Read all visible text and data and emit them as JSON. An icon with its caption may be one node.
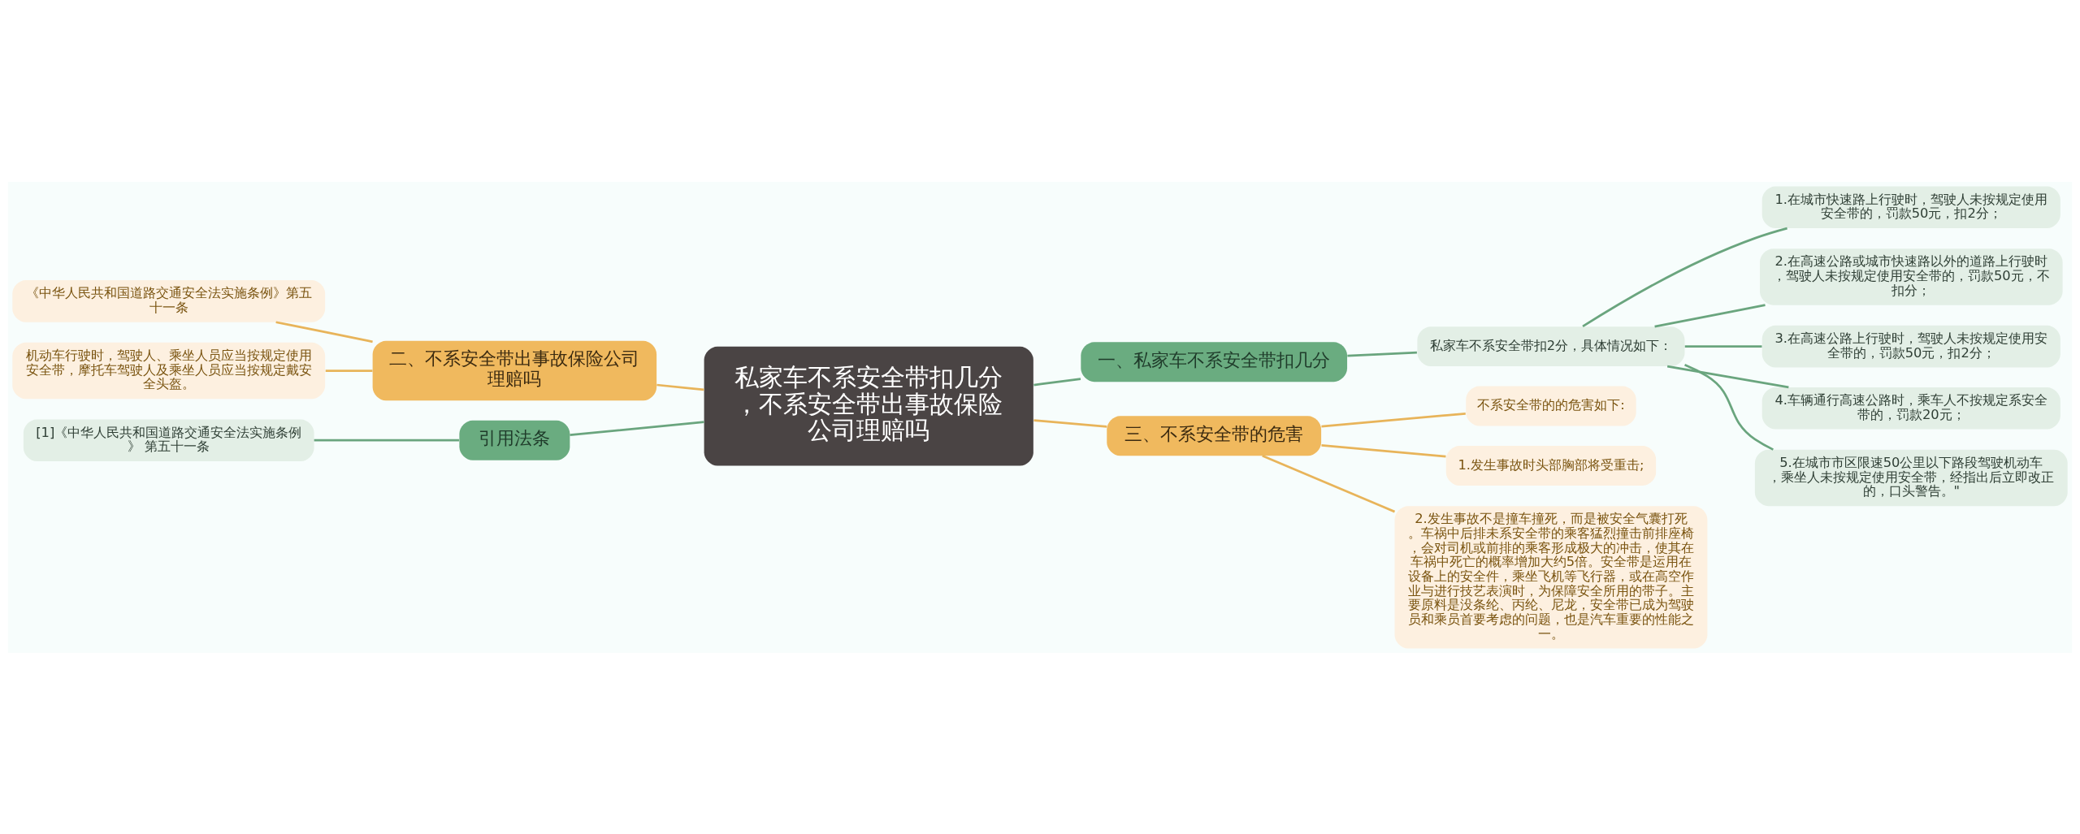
{
  "diagram": {
    "nodes": [
      {
        "text": [
          "私家车不系安全带扣几分，不系安全带出事故保险公司理赔吗"
        ]
      },
      {
        "text": [
          "一、私家车不系安全带扣几分"
        ]
      },
      {
        "text": [
          "私家车不系安全带扣2分，具体情况如下："
        ]
      },
      {
        "text": [
          "1.在城市快速路上行驶时，驾驶人未按规定使用安全带的，罚款50元，扣2分；"
        ]
      },
      {
        "text": [
          "2.在高速公路或城市快速路以外的道路上行驶时，驾驶人未按规定使用安全带的，罚款50元，不扣分；"
        ]
      },
      {
        "text": [
          "3.在高速公路上行驶时，驾驶人未按规定使用安全带的，罚款50元，扣2分；"
        ]
      },
      {
        "text": [
          "4.车辆通行高速公路时，乘车人不按规定系安全带的，罚款20元；"
        ]
      },
      {
        "text": [
          "5.在城市市区限速50公里以下路段驾驶机动车，乘坐人未按规定使用安全带，经指出后立即改正的，口头警告。\""
        ]
      },
      {
        "text": [
          "二、不系安全带出事故保险公司理赔吗"
        ]
      },
      {
        "text": [
          "《中华人民共和国道路交通安全法实施条例》第五十一条"
        ]
      },
      {
        "text": [
          "机动车行驶时，驾驶人、乘坐人员应当按规定使用安全带，摩托车驾驶人及乘坐人员应当按规定戴安全头盔。"
        ]
      },
      {
        "text": [
          "引用法条"
        ]
      },
      {
        "text": [
          "[1]《中华人民共和国道路交通安全法实施条例》 第五十一条"
        ]
      },
      {
        "text": [
          "三、不系安全带的危害"
        ]
      },
      {
        "text": [
          "不系安全带的的危害如下:"
        ]
      },
      {
        "text": [
          "1.发生事故时头部胸部将受重击;"
        ]
      },
      {
        "text": [
          "2.发生事故不是撞车撞死，而是被安全气囊打死。车祸中后排未系安全带的乘客猛烈撞击前排座椅，会对司机或前排的乘客形成极大的冲击，使其在车祸中死亡的概率增加大约5倍。安全带是运用在设备上的安全件，乘坐飞机等飞行器，或在高空作业与进行技艺表演时，为保障安全所用的带子。主要原料是没条纶、丙纶、尼龙，安全带已成为驾驶员和乘员首要考虑的问题，也是汽车重要的性能之一。"
        ]
      }
    ],
    "edges": [
      {
        "from": 0,
        "to": 1,
        "arrow": "none"
      },
      {
        "from": 1,
        "to": 2,
        "arrow": "none"
      },
      {
        "from": 2,
        "to": 3,
        "arrow": "none"
      },
      {
        "from": 2,
        "to": 4,
        "arrow": "none"
      },
      {
        "from": 2,
        "to": 5,
        "arrow": "none"
      },
      {
        "from": 2,
        "to": 6,
        "arrow": "none"
      },
      {
        "from": 2,
        "to": 7,
        "arrow": "none"
      },
      {
        "from": 0,
        "to": 8,
        "arrow": "none",
        "color": "#e8b45a"
      },
      {
        "from": 8,
        "to": 9,
        "arrow": "none",
        "color": "#e8b45a"
      },
      {
        "from": 8,
        "to": 10,
        "arrow": "none",
        "color": "#e8b45a"
      },
      {
        "from": 0,
        "to": 11,
        "arrow": "none"
      },
      {
        "from": 11,
        "to": 12,
        "arrow": "none"
      },
      {
        "from": 0,
        "to": 13,
        "arrow": "none",
        "color": "#e8b45a"
      },
      {
        "from": 13,
        "to": 14,
        "arrow": "none",
        "color": "#e8b45a"
      },
      {
        "from": 13,
        "to": 15,
        "arrow": "none",
        "color": "#e8b45a"
      },
      {
        "from": 13,
        "to": 16,
        "arrow": "none",
        "color": "#e8b45a"
      }
    ]
  }
}
